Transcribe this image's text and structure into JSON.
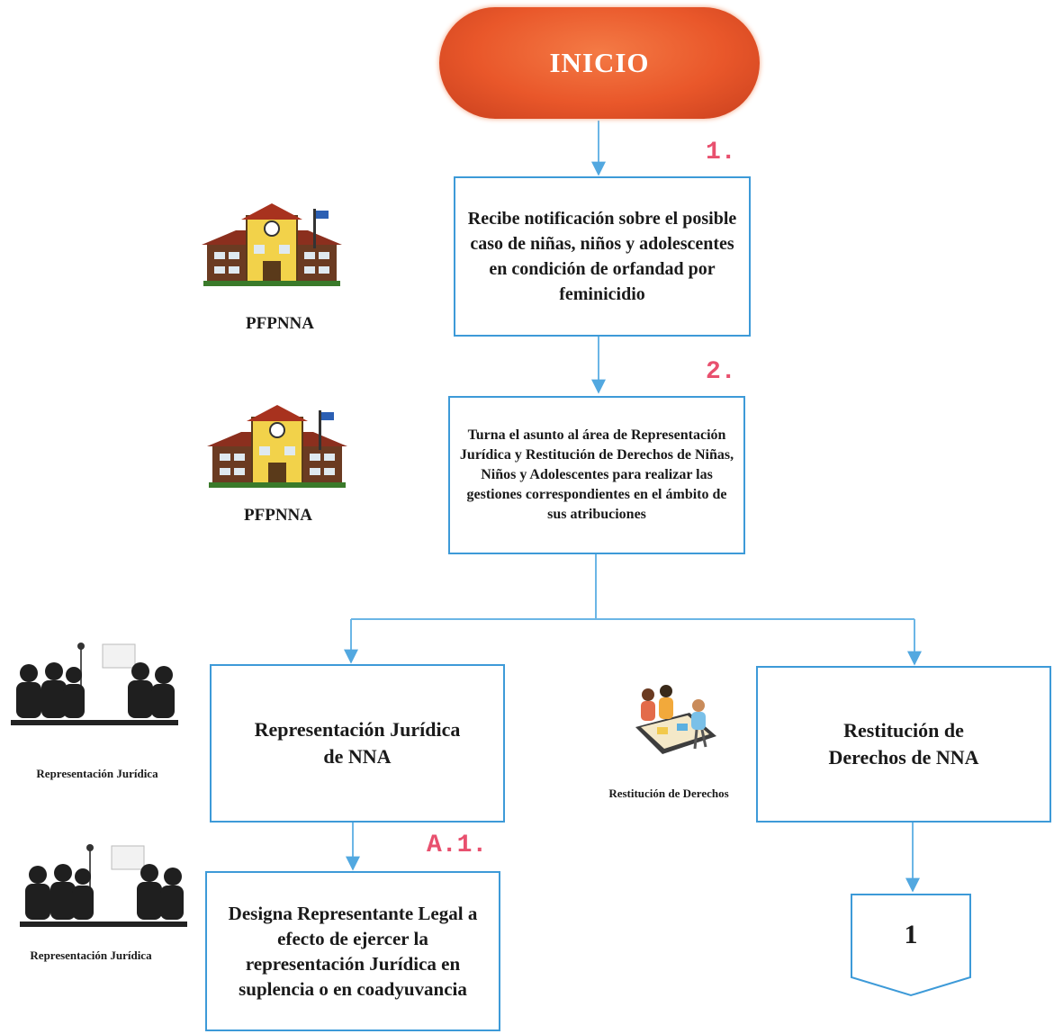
{
  "start": {
    "label": "INICIO"
  },
  "steps": [
    {
      "number": "1.",
      "actor": "PFPNNA",
      "actor_icon": "school-building-icon",
      "text": "Recibe notificación sobre el posible caso de niñas, niños y adolescentes en condición de orfandad por feminicidio"
    },
    {
      "number": "2.",
      "actor": "PFPNNA",
      "actor_icon": "school-building-icon",
      "text": "Turna el asunto al área de Representación Jurídica y Restitución de Derechos de Niñas, Niños y Adolescentes para realizar las gestiones correspondientes en el ámbito de sus atribuciones"
    }
  ],
  "branches": {
    "left": {
      "actor": "Representación Jurídica",
      "actor_icon": "meeting-people-icon",
      "title": "Representación Jurídica de NNA",
      "substep": {
        "number": "A.1.",
        "actor": "Representación Jurídica",
        "actor_icon": "meeting-people-icon",
        "text": "Designa Representante Legal a efecto de ejercer la representación Jurídica en suplencia o en coadyuvancia"
      }
    },
    "right": {
      "actor": "Restitución de Derechos",
      "actor_icon": "team-planning-icon",
      "title": "Restitución de Derechos de NNA",
      "connector": "1"
    }
  },
  "colors": {
    "start_fill": "#e9572a",
    "box_border": "#3d9ad8",
    "arrow": "#52a8e0",
    "step_number": "#e8506e"
  }
}
